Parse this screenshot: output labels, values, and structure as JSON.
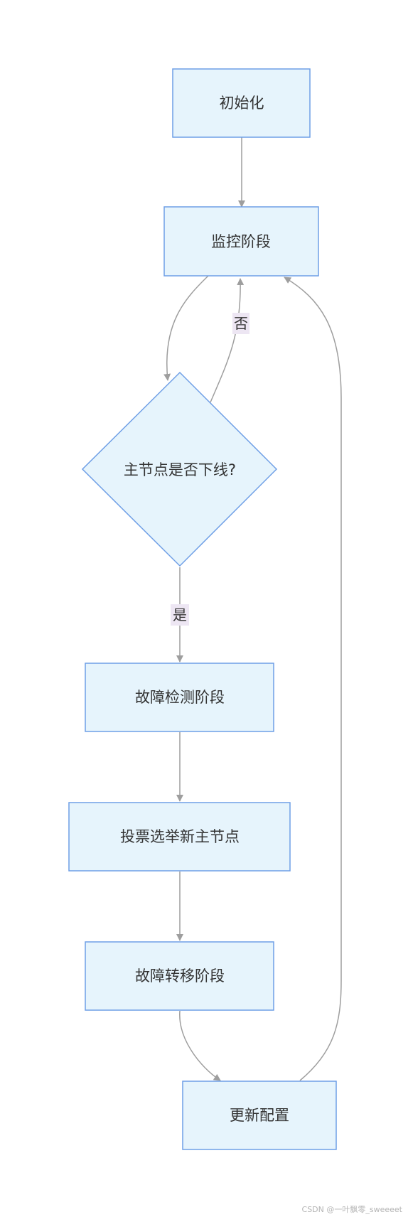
{
  "nodes": {
    "init": "初始化",
    "monitor": "监控阶段",
    "decision": "主节点是否下线?",
    "detect": "故障检测阶段",
    "vote": "投票选举新主节点",
    "failover": "故障转移阶段",
    "update": "更新配置"
  },
  "edges": {
    "no_label": "否",
    "yes_label": "是"
  },
  "watermark": "CSDN @一叶飘零_sweeeet",
  "colors": {
    "node_fill": "#e6f4fc",
    "node_stroke": "#6f9fe6",
    "edge": "#9e9e9e",
    "label_bg": "#ede6f3"
  }
}
